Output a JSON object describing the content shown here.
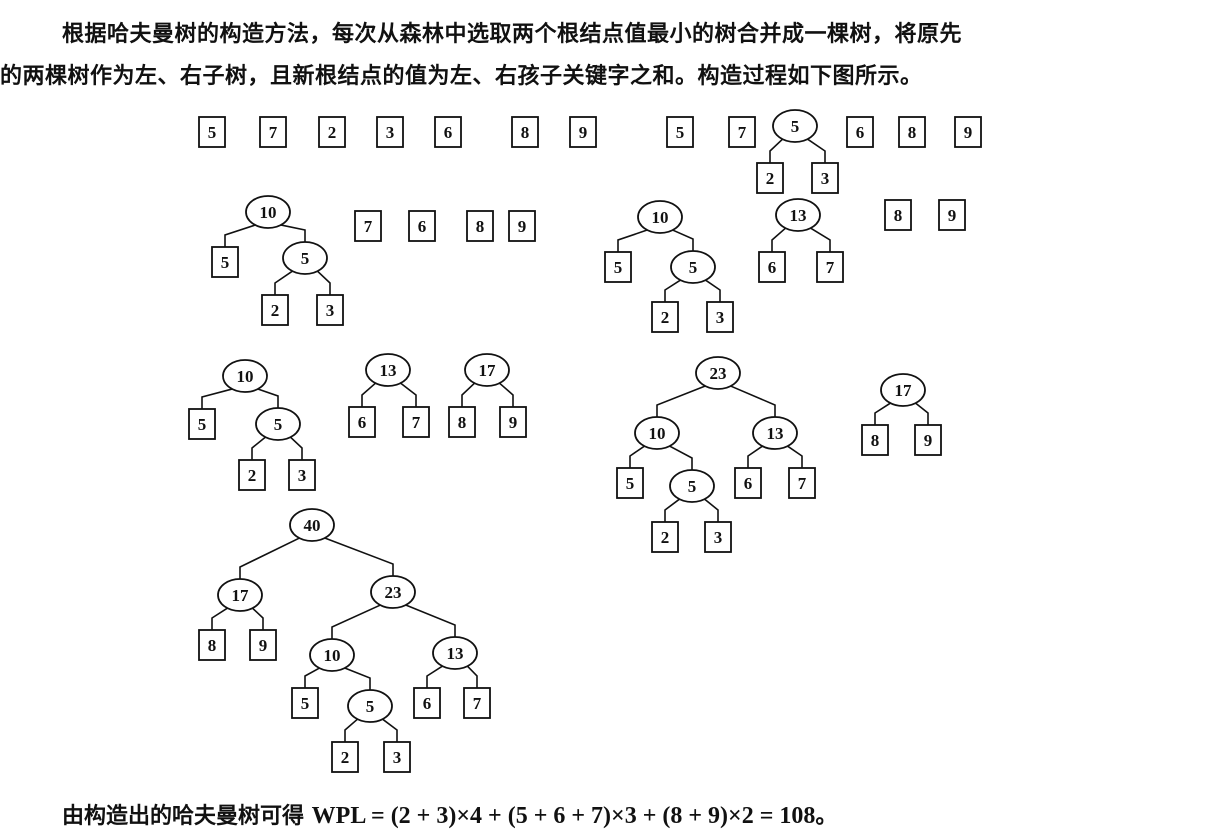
{
  "text": {
    "para1": "根据哈夫曼树的构造方法，每次从森林中选取两个根结点值最小的树合并成一棵树，将原先",
    "para2": "的两棵树作为左、右子树，且新根结点的值为左、右孩子关键字之和。构造过程如下图所示。",
    "formula_prefix": "由构造出的哈夫曼树可得 ",
    "formula_math": "WPL = (2 + 3)×4 + (5 + 6 + 7)×3 + (8 + 9)×2 = 108",
    "formula_suffix": "。"
  },
  "steps": [
    {
      "nodes": [
        {
          "v": "5",
          "k": "leaf"
        },
        {
          "v": "7",
          "k": "leaf"
        },
        {
          "v": "2",
          "k": "leaf"
        },
        {
          "v": "3",
          "k": "leaf"
        },
        {
          "v": "6",
          "k": "leaf"
        },
        {
          "v": "8",
          "k": "leaf"
        },
        {
          "v": "9",
          "k": "leaf"
        }
      ]
    },
    {
      "nodes": [
        {
          "v": "5",
          "k": "leaf"
        },
        {
          "v": "7",
          "k": "leaf"
        },
        {
          "v": "5",
          "k": "internal"
        },
        {
          "v": "2",
          "k": "leaf",
          "p": 2
        },
        {
          "v": "3",
          "k": "leaf",
          "p": 2
        },
        {
          "v": "6",
          "k": "leaf"
        },
        {
          "v": "8",
          "k": "leaf"
        },
        {
          "v": "9",
          "k": "leaf"
        }
      ]
    },
    {
      "nodes": [
        {
          "v": "10",
          "k": "internal"
        },
        {
          "v": "5",
          "k": "leaf",
          "p": 0
        },
        {
          "v": "5",
          "k": "internal",
          "p": 0
        },
        {
          "v": "2",
          "k": "leaf",
          "p": 2
        },
        {
          "v": "3",
          "k": "leaf",
          "p": 2
        },
        {
          "v": "7",
          "k": "leaf"
        },
        {
          "v": "6",
          "k": "leaf"
        },
        {
          "v": "8",
          "k": "leaf"
        },
        {
          "v": "9",
          "k": "leaf"
        }
      ]
    },
    {
      "nodes": [
        {
          "v": "10",
          "k": "internal"
        },
        {
          "v": "5",
          "k": "leaf",
          "p": 0
        },
        {
          "v": "5",
          "k": "internal",
          "p": 0
        },
        {
          "v": "2",
          "k": "leaf",
          "p": 2
        },
        {
          "v": "3",
          "k": "leaf",
          "p": 2
        },
        {
          "v": "13",
          "k": "internal"
        },
        {
          "v": "6",
          "k": "leaf",
          "p": 5
        },
        {
          "v": "7",
          "k": "leaf",
          "p": 5
        },
        {
          "v": "8",
          "k": "leaf"
        },
        {
          "v": "9",
          "k": "leaf"
        }
      ]
    },
    {
      "nodes": [
        {
          "v": "10",
          "k": "internal"
        },
        {
          "v": "5",
          "k": "leaf",
          "p": 0
        },
        {
          "v": "5",
          "k": "internal",
          "p": 0
        },
        {
          "v": "2",
          "k": "leaf",
          "p": 2
        },
        {
          "v": "3",
          "k": "leaf",
          "p": 2
        },
        {
          "v": "13",
          "k": "internal"
        },
        {
          "v": "6",
          "k": "leaf",
          "p": 5
        },
        {
          "v": "7",
          "k": "leaf",
          "p": 5
        },
        {
          "v": "17",
          "k": "internal"
        },
        {
          "v": "8",
          "k": "leaf",
          "p": 8
        },
        {
          "v": "9",
          "k": "leaf",
          "p": 8
        }
      ]
    },
    {
      "nodes": [
        {
          "v": "23",
          "k": "internal"
        },
        {
          "v": "10",
          "k": "internal",
          "p": 0
        },
        {
          "v": "5",
          "k": "leaf",
          "p": 1
        },
        {
          "v": "5",
          "k": "internal",
          "p": 1
        },
        {
          "v": "2",
          "k": "leaf",
          "p": 3
        },
        {
          "v": "3",
          "k": "leaf",
          "p": 3
        },
        {
          "v": "13",
          "k": "internal",
          "p": 0
        },
        {
          "v": "6",
          "k": "leaf",
          "p": 6
        },
        {
          "v": "7",
          "k": "leaf",
          "p": 6
        },
        {
          "v": "17",
          "k": "internal"
        },
        {
          "v": "8",
          "k": "leaf",
          "p": 9
        },
        {
          "v": "9",
          "k": "leaf",
          "p": 9
        }
      ]
    },
    {
      "nodes": [
        {
          "v": "40",
          "k": "internal"
        },
        {
          "v": "17",
          "k": "internal",
          "p": 0
        },
        {
          "v": "8",
          "k": "leaf",
          "p": 1
        },
        {
          "v": "9",
          "k": "leaf",
          "p": 1
        },
        {
          "v": "23",
          "k": "internal",
          "p": 0
        },
        {
          "v": "10",
          "k": "internal",
          "p": 4
        },
        {
          "v": "5",
          "k": "leaf",
          "p": 5
        },
        {
          "v": "5",
          "k": "internal",
          "p": 5
        },
        {
          "v": "2",
          "k": "leaf",
          "p": 7
        },
        {
          "v": "3",
          "k": "leaf",
          "p": 7
        },
        {
          "v": "13",
          "k": "internal",
          "p": 4
        },
        {
          "v": "6",
          "k": "leaf",
          "p": 10
        },
        {
          "v": "7",
          "k": "leaf",
          "p": 10
        }
      ]
    }
  ]
}
